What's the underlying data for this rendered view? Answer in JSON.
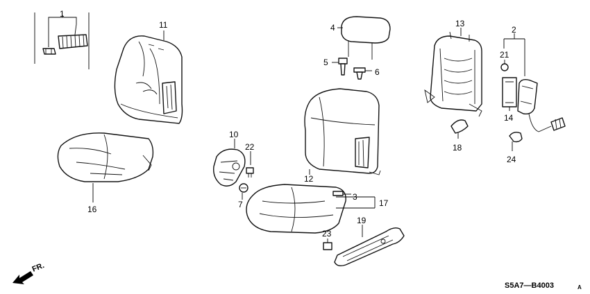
{
  "diagram": {
    "callouts": [
      "1",
      "2",
      "3",
      "4",
      "5",
      "6",
      "7",
      "10",
      "11",
      "12",
      "13",
      "14",
      "16",
      "17",
      "18",
      "19",
      "21",
      "22",
      "23",
      "24"
    ],
    "direction_label": "FR.",
    "diagram_code": "S5A7—B4003",
    "diagram_code_suffix": "A"
  }
}
